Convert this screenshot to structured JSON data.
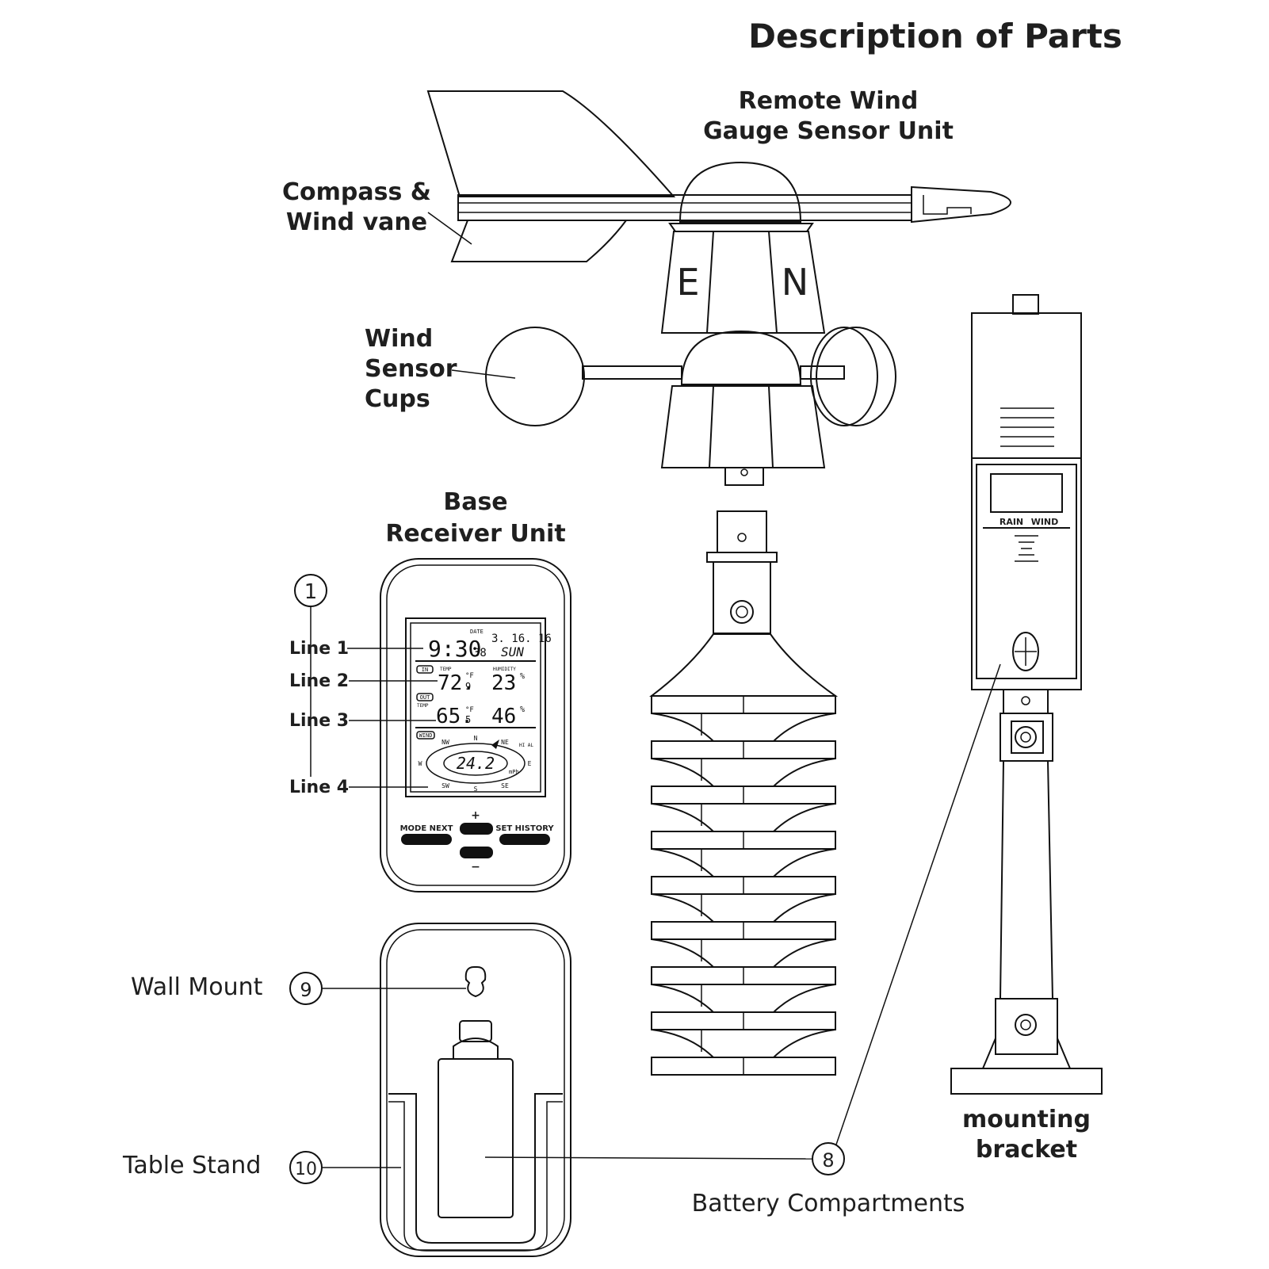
{
  "title": "Description of Parts",
  "labels": {
    "remote_sensor": [
      "Remote Wind",
      "Gauge Sensor Unit"
    ],
    "compass_vane": [
      "Compass &",
      "Wind vane"
    ],
    "wind_cups": [
      "Wind",
      "Sensor",
      "Cups"
    ],
    "base_receiver": [
      "Base",
      "Receiver Unit"
    ],
    "line1": "Line 1",
    "line2": "Line 2",
    "line3": "Line 3",
    "line4": "Line 4",
    "wall_mount": "Wall Mount",
    "table_stand": "Table Stand",
    "mounting_bracket": [
      "mounting",
      "bracket"
    ],
    "battery_compartments": "Battery Compartments"
  },
  "callouts": {
    "c1": "1",
    "c8": "8",
    "c9": "9",
    "c10": "10"
  },
  "compass_letters": {
    "east": "E",
    "north": "N"
  },
  "lcd": {
    "time": "9:30",
    "seconds": "38",
    "date_label": "DATE",
    "date": "3. 16. 16",
    "day": "SUN",
    "in_tag": "IN",
    "temp_label": "TEMP",
    "humidity_label": "HUMIDITY",
    "in_temp": "72.",
    "in_temp_dec": "9",
    "in_unit": "°F",
    "in_humidity": "23",
    "pct": "%",
    "out_tag": "OUT",
    "out_temp_label": "TEMP",
    "out_temp": "65.",
    "out_temp_dec": "5",
    "out_unit": "°F",
    "out_humidity": "46",
    "wind_tag": "WIND",
    "dir_nw": "NW",
    "dir_n": "N",
    "dir_ne": "NE",
    "dir_w": "W",
    "dir_e": "E",
    "dir_sw": "SW",
    "dir_s": "S",
    "dir_se": "SE",
    "hi_al": "HI AL",
    "wind_speed": "24.2",
    "wind_unit": "mPh"
  },
  "buttons": {
    "mode_next": "MODE  NEXT",
    "plus": "+",
    "minus": "−",
    "set_history": "SET  HISTORY"
  },
  "sensor_panel": {
    "rain": "RAIN",
    "wind": "WIND"
  }
}
